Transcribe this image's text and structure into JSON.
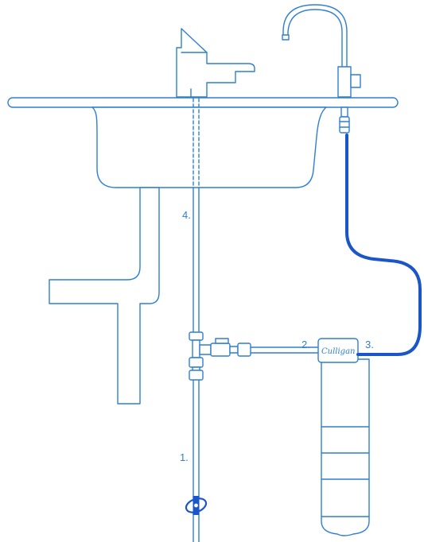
{
  "labels": {
    "step1": "1.",
    "step2": "2.",
    "step3": "3.",
    "step4": "4."
  },
  "brand": "Culligan",
  "colors": {
    "line": "#2f7fd1",
    "tube": "#1a56c9",
    "background": "#ffffff"
  }
}
